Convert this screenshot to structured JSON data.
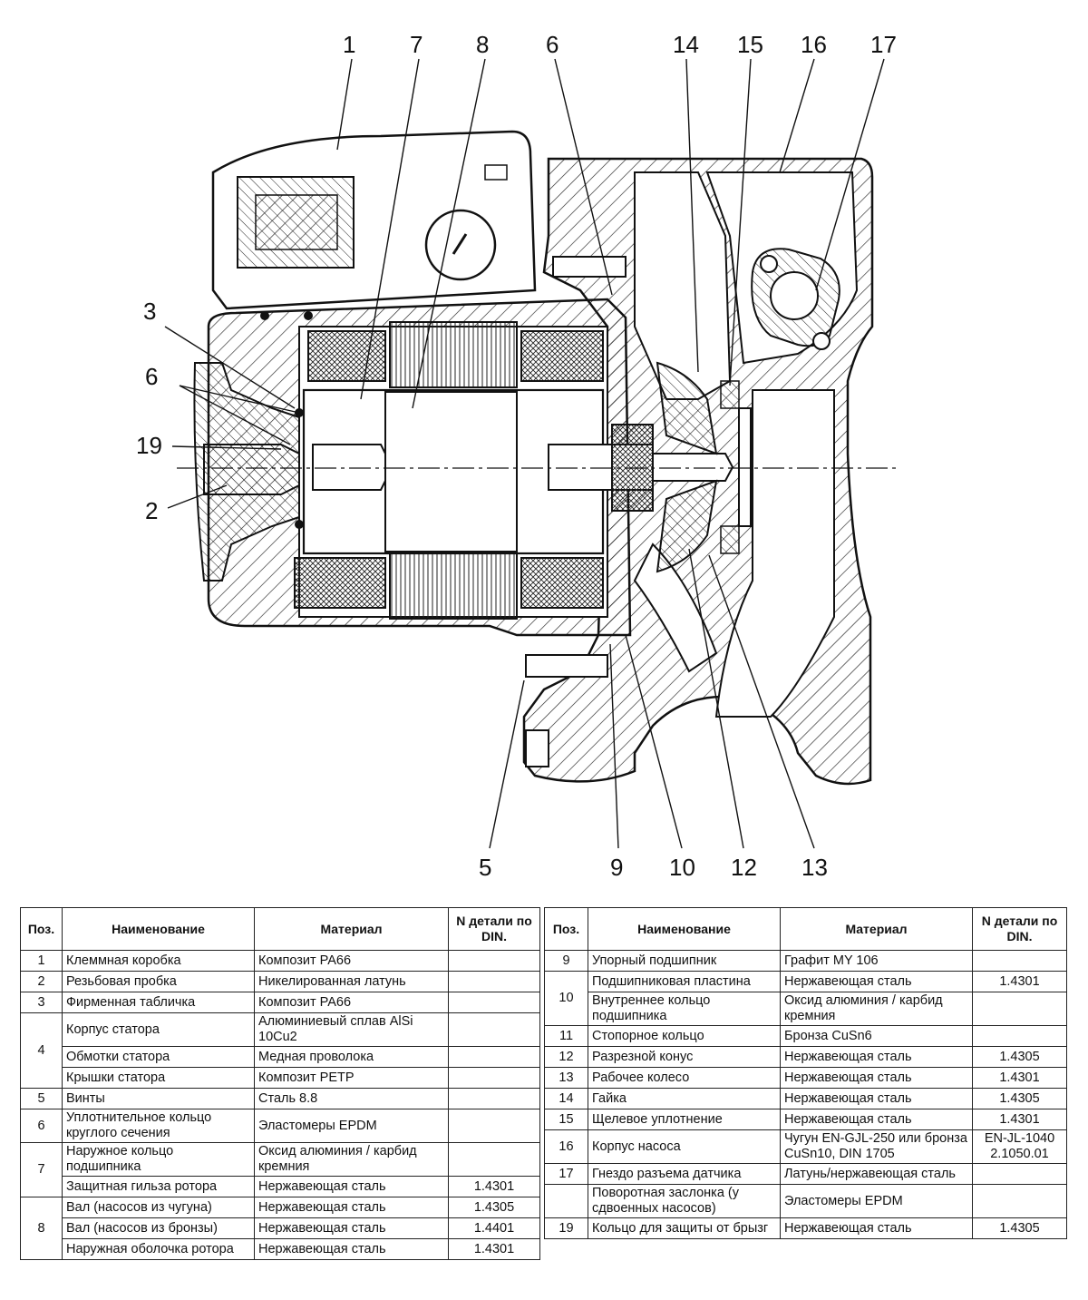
{
  "callouts": [
    "1",
    "7",
    "8",
    "6",
    "14",
    "15",
    "16",
    "17",
    "3",
    "6",
    "19",
    "2",
    "5",
    "9",
    "10",
    "12",
    "13"
  ],
  "table_left": {
    "headers": [
      "Поз.",
      "Наименование",
      "Материал",
      "N детали по DIN."
    ],
    "rows": [
      {
        "pos": "1",
        "name": "Клеммная коробка",
        "mat": "Композит PA66",
        "din": ""
      },
      {
        "pos": "2",
        "name": "Резьбовая пробка",
        "mat": "Никелированная латунь",
        "din": ""
      },
      {
        "pos": "3",
        "name": "Фирменная табличка",
        "mat": "Композит PA66",
        "din": ""
      },
      {
        "pos": "4",
        "name": "Корпус статора",
        "mat": "Алюминиевый сплав AlSi 10Cu2",
        "din": ""
      },
      {
        "pos": "",
        "name": "Обмотки статора",
        "mat": "Медная проволока",
        "din": ""
      },
      {
        "pos": "",
        "name": "Крышки статора",
        "mat": "Композит PETP",
        "din": ""
      },
      {
        "pos": "5",
        "name": "Винты",
        "mat": "Сталь 8.8",
        "din": ""
      },
      {
        "pos": "6",
        "name": "Уплотнительное кольцо круглого сечения",
        "mat": "Эластомеры EPDM",
        "din": ""
      },
      {
        "pos": "7",
        "name": "Наружное кольцо подшипника",
        "mat": "Оксид алюминия / карбид кремния",
        "din": ""
      },
      {
        "pos": "",
        "name": "Защитная гильза ротора",
        "mat": "Нержавеющая сталь",
        "din": "1.4301"
      },
      {
        "pos": "8",
        "name": "Вал (насосов из чугуна)",
        "mat": "Нержавеющая сталь",
        "din": "1.4305"
      },
      {
        "pos": "",
        "name": "Вал (насосов из бронзы)",
        "mat": "Нержавеющая сталь",
        "din": "1.4401"
      },
      {
        "pos": "",
        "name": "Наружная оболочка ротора",
        "mat": "Нержавеющая сталь",
        "din": "1.4301"
      }
    ]
  },
  "table_right": {
    "headers": [
      "Поз.",
      "Наименование",
      "Материал",
      "N детали по DIN."
    ],
    "rows": [
      {
        "pos": "9",
        "name": "Упорный подшипник",
        "mat": "Графит MY 106",
        "din": ""
      },
      {
        "pos": "10",
        "name": "Подшипниковая пластина",
        "mat": "Нержавеющая сталь",
        "din": "1.4301"
      },
      {
        "pos": "",
        "name": "Внутреннее кольцо подшипника",
        "mat": "Оксид алюминия / карбид кремния",
        "din": ""
      },
      {
        "pos": "11",
        "name": "Стопорное кольцо",
        "mat": "Бронза CuSn6",
        "din": ""
      },
      {
        "pos": "12",
        "name": "Разрезной конус",
        "mat": "Нержавеющая сталь",
        "din": "1.4305"
      },
      {
        "pos": "13",
        "name": "Рабочее колесо",
        "mat": "Нержавеющая сталь",
        "din": "1.4301"
      },
      {
        "pos": "14",
        "name": "Гайка",
        "mat": "Нержавеющая сталь",
        "din": "1.4305"
      },
      {
        "pos": "15",
        "name": "Щелевое уплотнение",
        "mat": "Нержавеющая сталь",
        "din": "1.4301"
      },
      {
        "pos": "16",
        "name": "Корпус насоса",
        "mat": "Чугун EN-GJL-250 или бронза CuSn10, DIN 1705",
        "din": "EN-JL-1040 2.1050.01"
      },
      {
        "pos": "17",
        "name": "Гнездо разъема датчика",
        "mat": "Латунь/нержавеющая сталь",
        "din": ""
      },
      {
        "pos": "",
        "name": "Поворотная заслонка (у сдвоенных насосов)",
        "mat": "Эластомеры EPDM",
        "din": ""
      },
      {
        "pos": "19",
        "name": "Кольцо для защиты от брызг",
        "mat": "Нержавеющая сталь",
        "din": "1.4305"
      }
    ]
  }
}
